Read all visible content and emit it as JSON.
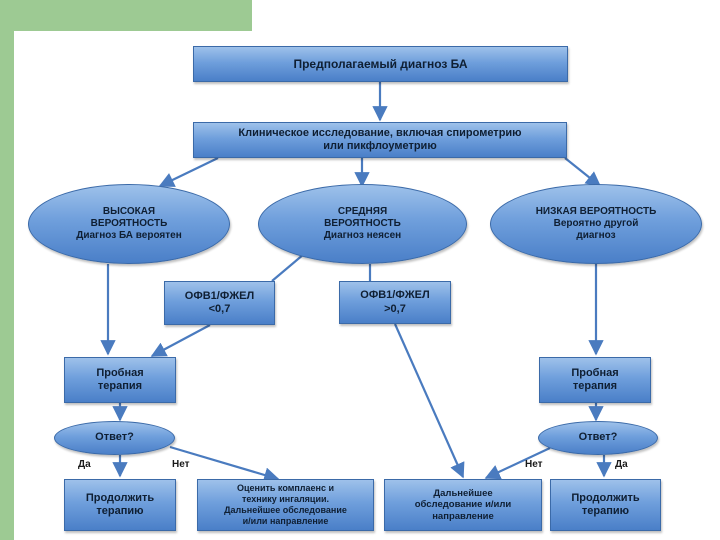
{
  "nodes": {
    "suspected_diagnosis": "Предполагаемый диагноз БА",
    "clinical_exam": "Клиническое исследование, включая спирометрию\nили пикфлоуметрию",
    "high_prob": "ВЫСОКАЯ\nВЕРОЯТНОСТЬ\nДиагноз БА вероятен",
    "mid_prob": "СРЕДНЯЯ\nВЕРОЯТНОСТЬ\nДиагноз неясен",
    "low_prob": "НИЗКАЯ ВЕРОЯТНОСТЬ\nВероятно другой\nдиагноз",
    "fev_low": "ОФВ1/ФЖЕЛ\n<0,7",
    "fev_high": "ОФВ1/ФЖЕЛ\n>0,7",
    "trial_left": "Пробная\nтерапия",
    "trial_right": "Пробная\nтерапия",
    "response_left": "Ответ?",
    "response_right": "Ответ?",
    "continue_left": "Продолжить\nтерапию",
    "assess_compliance": "Оценить комплаенс и\nтехнику ингаляции.\nДальнейшее обследование\nи/или направление",
    "further_exam": "Дальнейшее\nобследование и/или\nнаправление",
    "continue_right": "Продолжить\nтерапию"
  },
  "labels": {
    "yes_left": "Да",
    "no_left": "Нет",
    "no_right": "Нет",
    "yes_right": "Да"
  },
  "colors": {
    "box_fill": "#5b8fd2",
    "box_border": "#3b6aa8",
    "arrow": "#4a7bbf",
    "side_band": "#9dca93"
  }
}
